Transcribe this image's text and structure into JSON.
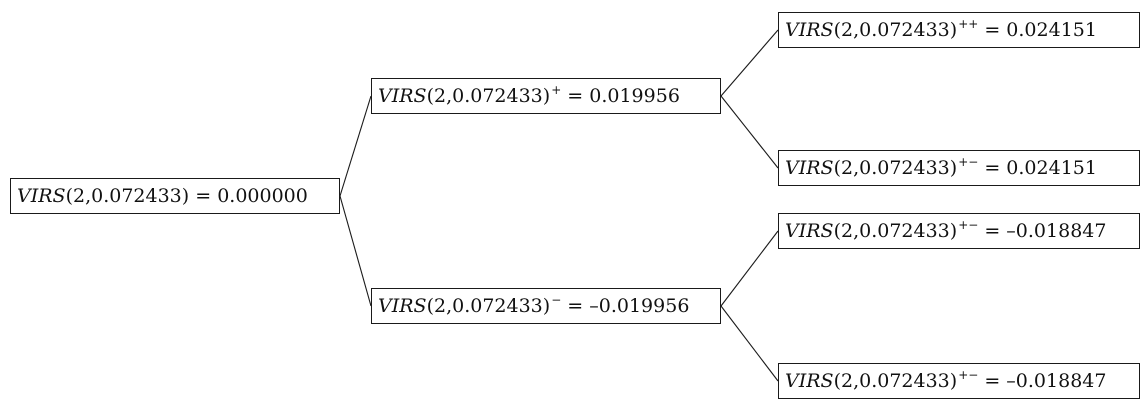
{
  "tree": {
    "nodes": [
      {
        "id": "root",
        "fn": "VIRS",
        "args": "(2,0.072433)",
        "suffix": "",
        "eq": " = ",
        "value": "0.000000"
      },
      {
        "id": "u",
        "fn": "VIRS",
        "args": "(2,0.072433)",
        "suffix": "+",
        "eq": " = ",
        "value": "0.019956"
      },
      {
        "id": "d",
        "fn": "VIRS",
        "args": "(2,0.072433)",
        "suffix": "−",
        "eq": " = ",
        "value": "–0.019956"
      },
      {
        "id": "uu",
        "fn": "VIRS",
        "args": "(2,0.072433)",
        "suffix": "++",
        "eq": " = ",
        "value": "0.024151"
      },
      {
        "id": "ud",
        "fn": "VIRS",
        "args": "(2,0.072433)",
        "suffix": "+−",
        "eq": " = ",
        "value": "0.024151"
      },
      {
        "id": "du",
        "fn": "VIRS",
        "args": "(2,0.072433)",
        "suffix": "+−",
        "eq": " = ",
        "value": "–0.018847"
      },
      {
        "id": "dd",
        "fn": "VIRS",
        "args": "(2,0.072433)",
        "suffix": "+−",
        "eq": " = ",
        "value": "–0.018847"
      }
    ],
    "edges": [
      {
        "from": "root",
        "to": "u"
      },
      {
        "from": "root",
        "to": "d"
      },
      {
        "from": "u",
        "to": "uu"
      },
      {
        "from": "u",
        "to": "ud"
      },
      {
        "from": "d",
        "to": "du"
      },
      {
        "from": "d",
        "to": "dd"
      }
    ]
  }
}
